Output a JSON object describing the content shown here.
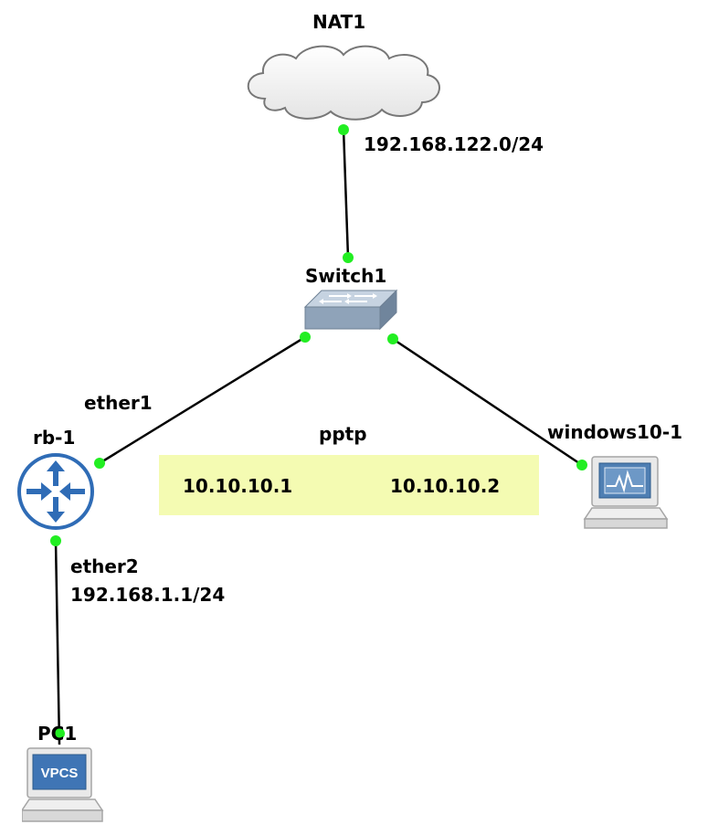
{
  "colors": {
    "link": "#000000",
    "port_dot": "#22ee22",
    "note_bg": "#f4fbb2",
    "router": "#2f6cb6",
    "switch": "#8a9fb6",
    "cloud_stroke": "#777777"
  },
  "nodes": {
    "nat": {
      "label": "NAT1",
      "icon": "cloud-icon"
    },
    "switch": {
      "label": "Switch1",
      "icon": "switch-icon"
    },
    "router": {
      "label": "rb-1",
      "icon": "router-icon"
    },
    "windows": {
      "label": "windows10-1",
      "icon": "computer-icon"
    },
    "pc": {
      "label": "PC1",
      "icon": "vpcs-icon",
      "screen_text": "VPCS"
    }
  },
  "link_labels": {
    "nat_switch": "192.168.122.0/24",
    "router_switch": "ether1",
    "router_pc_iface": "ether2",
    "router_pc_ip": "192.168.1.1/24"
  },
  "note": {
    "title": "pptp",
    "left_ip": "10.10.10.1",
    "right_ip": "10.10.10.2"
  }
}
